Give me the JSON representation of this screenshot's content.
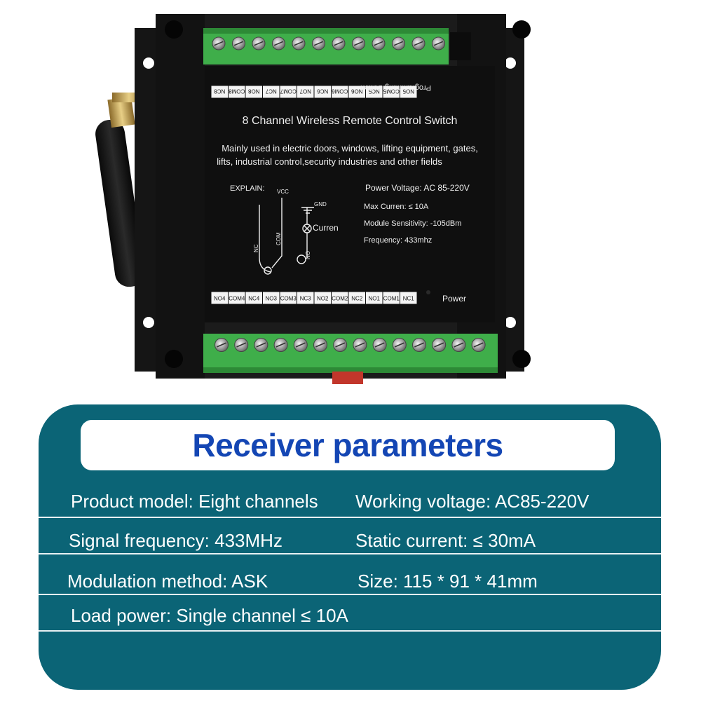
{
  "device": {
    "title": "8 Channel Wireless Remote  Control Switch",
    "description_line1": "Mainly used in electric doors, windows, lifting equipment, gates,",
    "description_line2": "lifts, industrial control,security industries and other fields",
    "explain_label": "EXPLAIN:",
    "vcc_label": "VCC",
    "gnd_label": "GND",
    "curren_label": "Curren",
    "nc_label": "NC",
    "com_label": "COM",
    "no_label": "NO",
    "specs": [
      "Power Voltage: AC 85-220V",
      "Max Curren: ≤ 10A",
      "Module Sensitivity: -105dBm",
      "Frequency: 433mhz"
    ],
    "programming_button_label": "Programming Button",
    "power_label": "Power",
    "top_terminals": [
      "NC8",
      "COM8",
      "NO8",
      "NC7",
      "COM7",
      "NO7",
      "NC6",
      "COM6",
      "NO6",
      "NC5",
      "COM5",
      "NO5"
    ],
    "bottom_terminals": [
      "NO4",
      "COM4",
      "NC4",
      "NO3",
      "COM3",
      "NC3",
      "NO2",
      "COM2",
      "NC2",
      "NO1",
      "COM1",
      "NC1"
    ]
  },
  "panel": {
    "title": "Receiver parameters",
    "params": {
      "product_model": "Product model: Eight channels",
      "working_voltage": "Working voltage: AC85-220V",
      "signal_frequency": "Signal frequency: 433MHz",
      "static_current": "Static current: ≤ 30mA",
      "modulation_method": "Modulation method: ASK",
      "size": "Size: 115 * 91 * 41mm",
      "load_power": "Load power: Single channel ≤ 10A"
    }
  },
  "colors": {
    "panel_bg": "#0b6476",
    "title_color": "#1446b4",
    "terminal_green": "#3fae4a",
    "device_body": "#1b1b1b"
  }
}
